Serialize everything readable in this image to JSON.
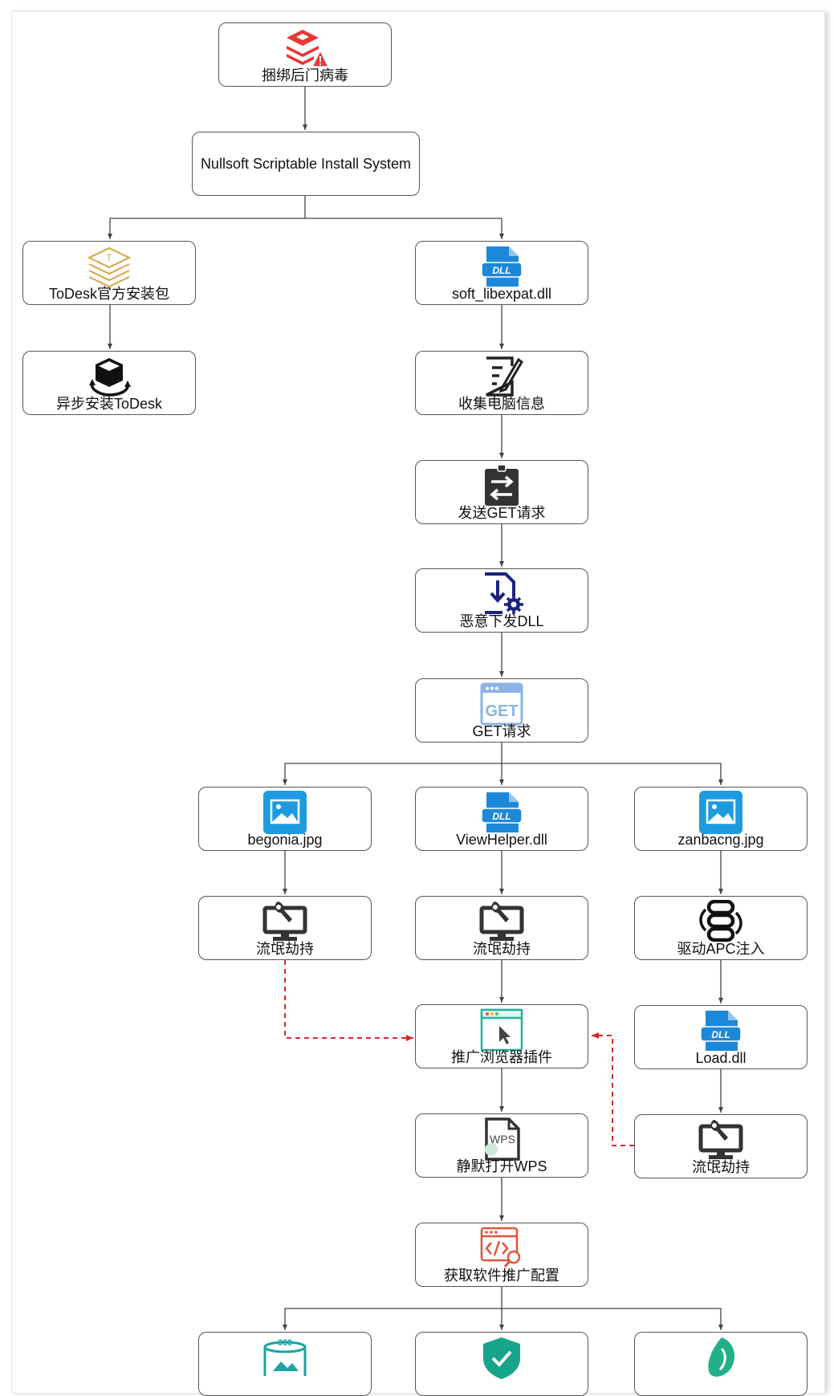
{
  "nodes": {
    "bundled_backdoor": "捆绑后门病毒",
    "nsis": "Nullsoft Scriptable Install System",
    "todesk_package": "ToDesk官方安装包",
    "async_install": "异步安装ToDesk",
    "soft_libexpat": "soft_libexpat.dll",
    "collect_info": "收集电脑信息",
    "send_get": "发送GET请求",
    "malicious_dll": "恶意下发DLL",
    "get_request": "GET请求",
    "begonia": "begonia.jpg",
    "viewhelper": "ViewHelper.dll",
    "zanbacng": "zanbacng.jpg",
    "hijack_1": "流氓劫持",
    "hijack_2": "流氓劫持",
    "driver_apc": "驱动APC注入",
    "promote_plugin": "推广浏览器插件",
    "load_dll": "Load.dll",
    "silent_wps": "静默打开WPS",
    "hijack_3": "流氓劫持",
    "get_config": "获取软件推广配置"
  },
  "icon_text": {
    "dll": "DLL",
    "get": "GET",
    "wps": "WPS",
    "t360": "360",
    "todesk_t": "T"
  },
  "colors": {
    "edge": "#444444",
    "dashed_edge": "#d62a2a",
    "node_border": "#555555",
    "red_icon": "#e53935",
    "dll_blue": "#1e88d8",
    "navy": "#1a237e",
    "dark": "#333333",
    "gold": "#d9a441",
    "teal": "#25b39a"
  }
}
